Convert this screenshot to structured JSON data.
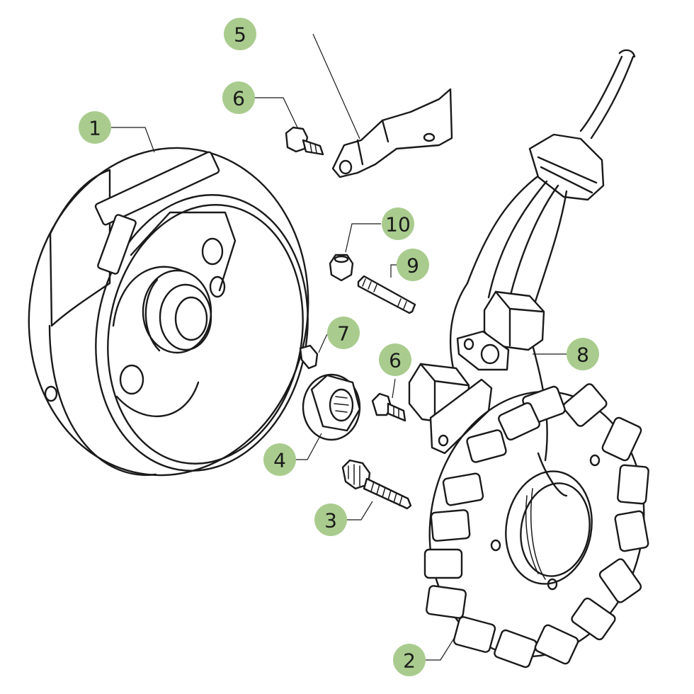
{
  "callouts": [
    {
      "id": "1",
      "label": "1"
    },
    {
      "id": "2",
      "label": "2"
    },
    {
      "id": "3",
      "label": "3"
    },
    {
      "id": "4",
      "label": "4"
    },
    {
      "id": "5",
      "label": "5"
    },
    {
      "id": "6a",
      "label": "6"
    },
    {
      "id": "6b",
      "label": "6"
    },
    {
      "id": "7",
      "label": "7"
    },
    {
      "id": "8",
      "label": "8"
    },
    {
      "id": "9",
      "label": "9"
    },
    {
      "id": "10",
      "label": "10"
    }
  ],
  "colors": {
    "badge": "#a9cc8e",
    "line": "#1a1a1a",
    "background": "#ffffff"
  }
}
